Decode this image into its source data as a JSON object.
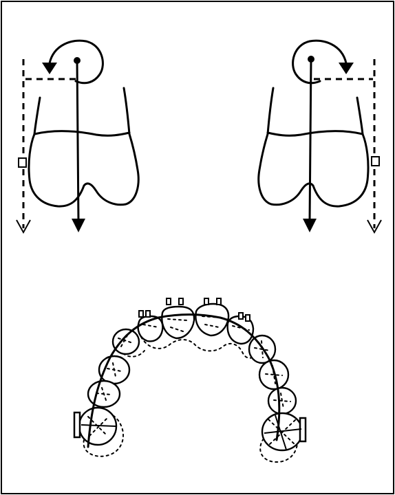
{
  "figure": {
    "top_diagrams": [
      "left-molar-rotation",
      "right-molar-rotation"
    ],
    "bottom_diagram": "dental-arch-with-brackets",
    "line_color": "#000000",
    "background_color": "#ffffff"
  }
}
